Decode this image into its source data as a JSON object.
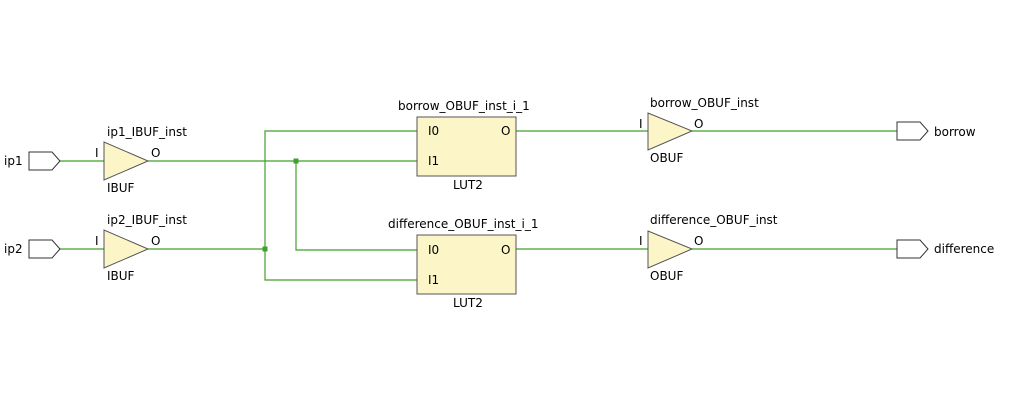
{
  "ports": {
    "inputs": [
      {
        "id": "ip1",
        "label": "ip1"
      },
      {
        "id": "ip2",
        "label": "ip2"
      }
    ],
    "outputs": [
      {
        "id": "borrow",
        "label": "borrow"
      },
      {
        "id": "difference",
        "label": "difference"
      }
    ]
  },
  "cells": {
    "ip1_ibuf": {
      "name": "ip1_IBUF_inst",
      "type": "IBUF",
      "pin_in": "I",
      "pin_out": "O"
    },
    "ip2_ibuf": {
      "name": "ip2_IBUF_inst",
      "type": "IBUF",
      "pin_in": "I",
      "pin_out": "O"
    },
    "borrow_lut": {
      "name": "borrow_OBUF_inst_i_1",
      "type": "LUT2",
      "pin_i0": "I0",
      "pin_i1": "I1",
      "pin_out": "O"
    },
    "difference_lut": {
      "name": "difference_OBUF_inst_i_1",
      "type": "LUT2",
      "pin_i0": "I0",
      "pin_i1": "I1",
      "pin_out": "O"
    },
    "borrow_obuf": {
      "name": "borrow_OBUF_inst",
      "type": "OBUF",
      "pin_in": "I",
      "pin_out": "O"
    },
    "difference_obuf": {
      "name": "difference_OBUF_inst",
      "type": "OBUF",
      "pin_in": "I",
      "pin_out": "O"
    }
  },
  "colors": {
    "wire": "#3fa12b",
    "cell_fill": "#fbf5c8",
    "cell_stroke": "#555555",
    "background": "#ffffff"
  }
}
